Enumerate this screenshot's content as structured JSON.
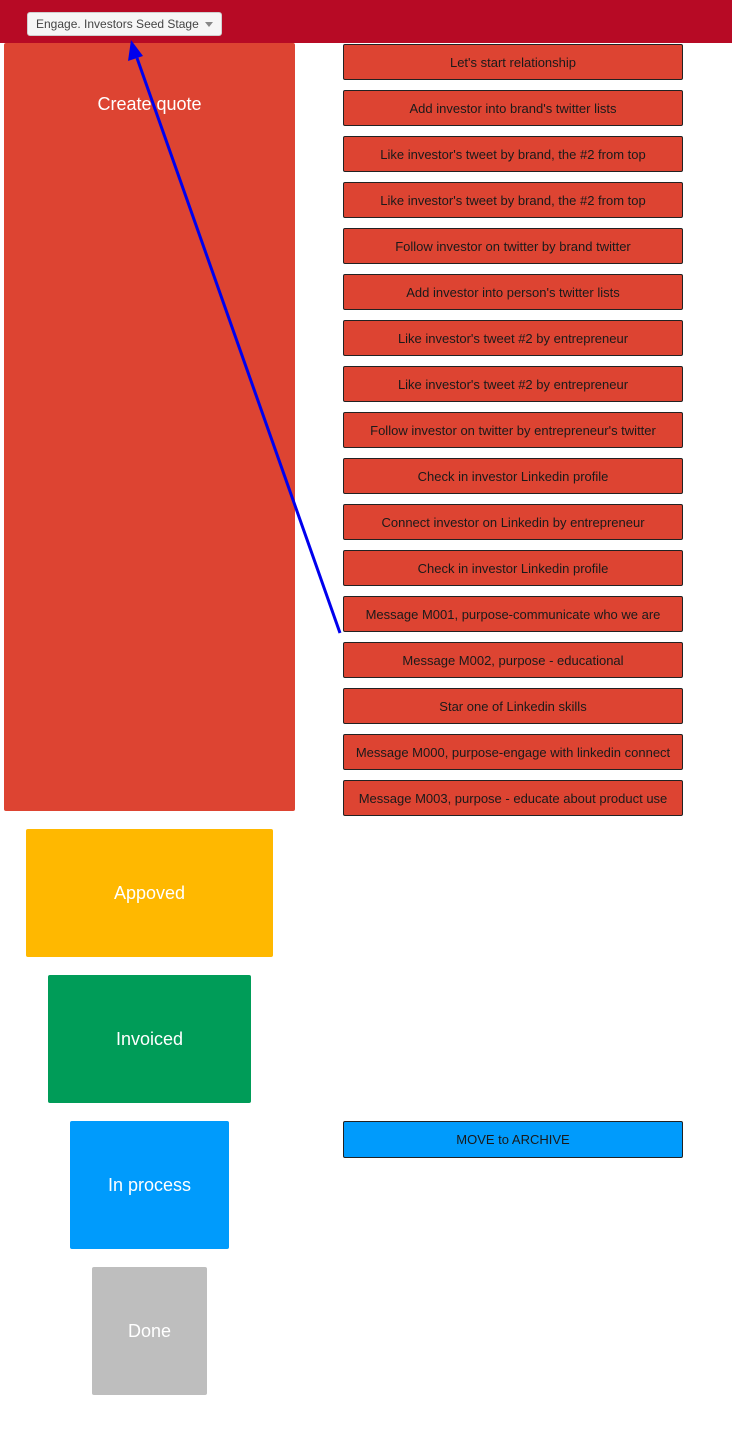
{
  "header": {
    "stage_select": {
      "value": "Engage. Investors Seed Stage",
      "icon": "caret-down-icon"
    }
  },
  "stages": {
    "create_quote": "Create quote",
    "approved": "Appoved",
    "invoiced": "Invoiced",
    "in_process": "In process",
    "done": "Done"
  },
  "tasks": [
    "Let's start relationship",
    "Add investor into brand's twitter lists",
    "Like investor's tweet by brand, the #2 from top",
    "Like investor's tweet by brand, the #2 from top",
    "Follow investor on twitter by brand twitter",
    "Add investor into person's twitter lists",
    "Like investor's tweet #2 by entrepreneur",
    "Like investor's tweet #2 by entrepreneur",
    "Follow investor on twitter by entrepreneur's twitter",
    "Check in investor Linkedin profile",
    "Connect investor on Linkedin by entrepreneur",
    "Check in investor Linkedin profile",
    "Message M001, purpose-communicate who we are",
    "Message M002, purpose - educational",
    "Star one of Linkedin skills",
    "Message M000, purpose-engage with linkedin connect",
    "Message M003, purpose - educate about product use"
  ],
  "archive_button": "MOVE to ARCHIVE",
  "colors": {
    "topbar": "#b70a25",
    "create_quote": "#dd4432",
    "approved": "#ffb800",
    "invoiced": "#009c58",
    "in_process": "#009bfc",
    "done": "#bebebe",
    "task": "#dd4432",
    "archive": "#009bfc",
    "arrow": "#0000ee"
  }
}
